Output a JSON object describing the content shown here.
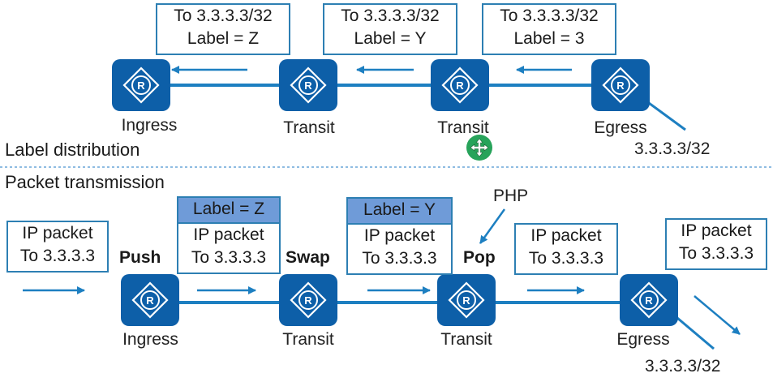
{
  "top": {
    "section_title": "Label distribution",
    "boxes": [
      {
        "line1": "To 3.3.3.3/32",
        "line2": "Label = Z"
      },
      {
        "line1": "To 3.3.3.3/32",
        "line2": "Label = Y"
      },
      {
        "line1": "To 3.3.3.3/32",
        "line2": "Label = 3"
      }
    ],
    "routers": [
      {
        "role": "Ingress"
      },
      {
        "role": "Transit"
      },
      {
        "role": "Transit"
      },
      {
        "role": "Egress"
      }
    ],
    "prefix": "3.3.3.3/32"
  },
  "bottom": {
    "section_title": "Packet transmission",
    "php_label": "PHP",
    "operations": {
      "push": "Push",
      "swap": "Swap",
      "pop": "Pop"
    },
    "boxes": [
      {
        "label": "",
        "line1": "IP packet",
        "line2": "To 3.3.3.3"
      },
      {
        "label": "Label = Z",
        "line1": "IP packet",
        "line2": "To 3.3.3.3"
      },
      {
        "label": "Label = Y",
        "line1": "IP packet",
        "line2": "To 3.3.3.3"
      },
      {
        "label": "",
        "line1": "IP packet",
        "line2": "To 3.3.3.3"
      },
      {
        "label": "",
        "line1": "IP packet",
        "line2": "To 3.3.3.3"
      }
    ],
    "routers": [
      {
        "role": "Ingress"
      },
      {
        "role": "Transit"
      },
      {
        "role": "Transit"
      },
      {
        "role": "Egress"
      }
    ],
    "prefix": "3.3.3.3/32"
  },
  "router_glyph": "R",
  "colors": {
    "router": "#0d5fa8",
    "link": "#1d7fc1",
    "box_border": "#2d7fb3",
    "label_fill": "#6f9bd8",
    "divider": "#6aa6d9",
    "cursor": "#27a35a"
  }
}
